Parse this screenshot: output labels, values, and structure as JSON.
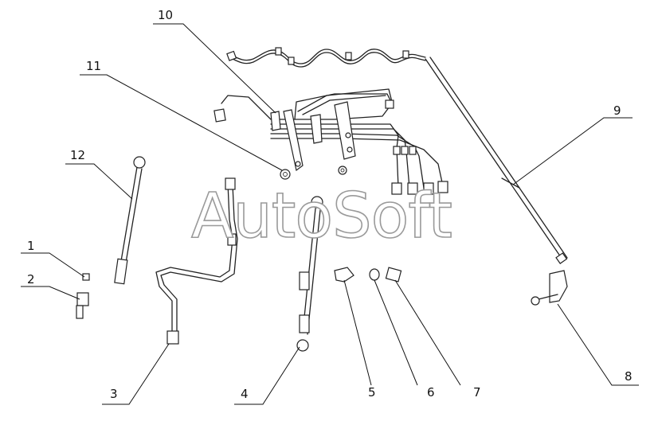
{
  "watermark": "AutoSoft",
  "callouts": {
    "c1": "1",
    "c2": "2",
    "c3": "3",
    "c4": "4",
    "c8": "8",
    "c9": "9",
    "c10": "10",
    "c11": "11",
    "c12": "12",
    "c5": "5",
    "c6": "6",
    "c7": "7"
  }
}
